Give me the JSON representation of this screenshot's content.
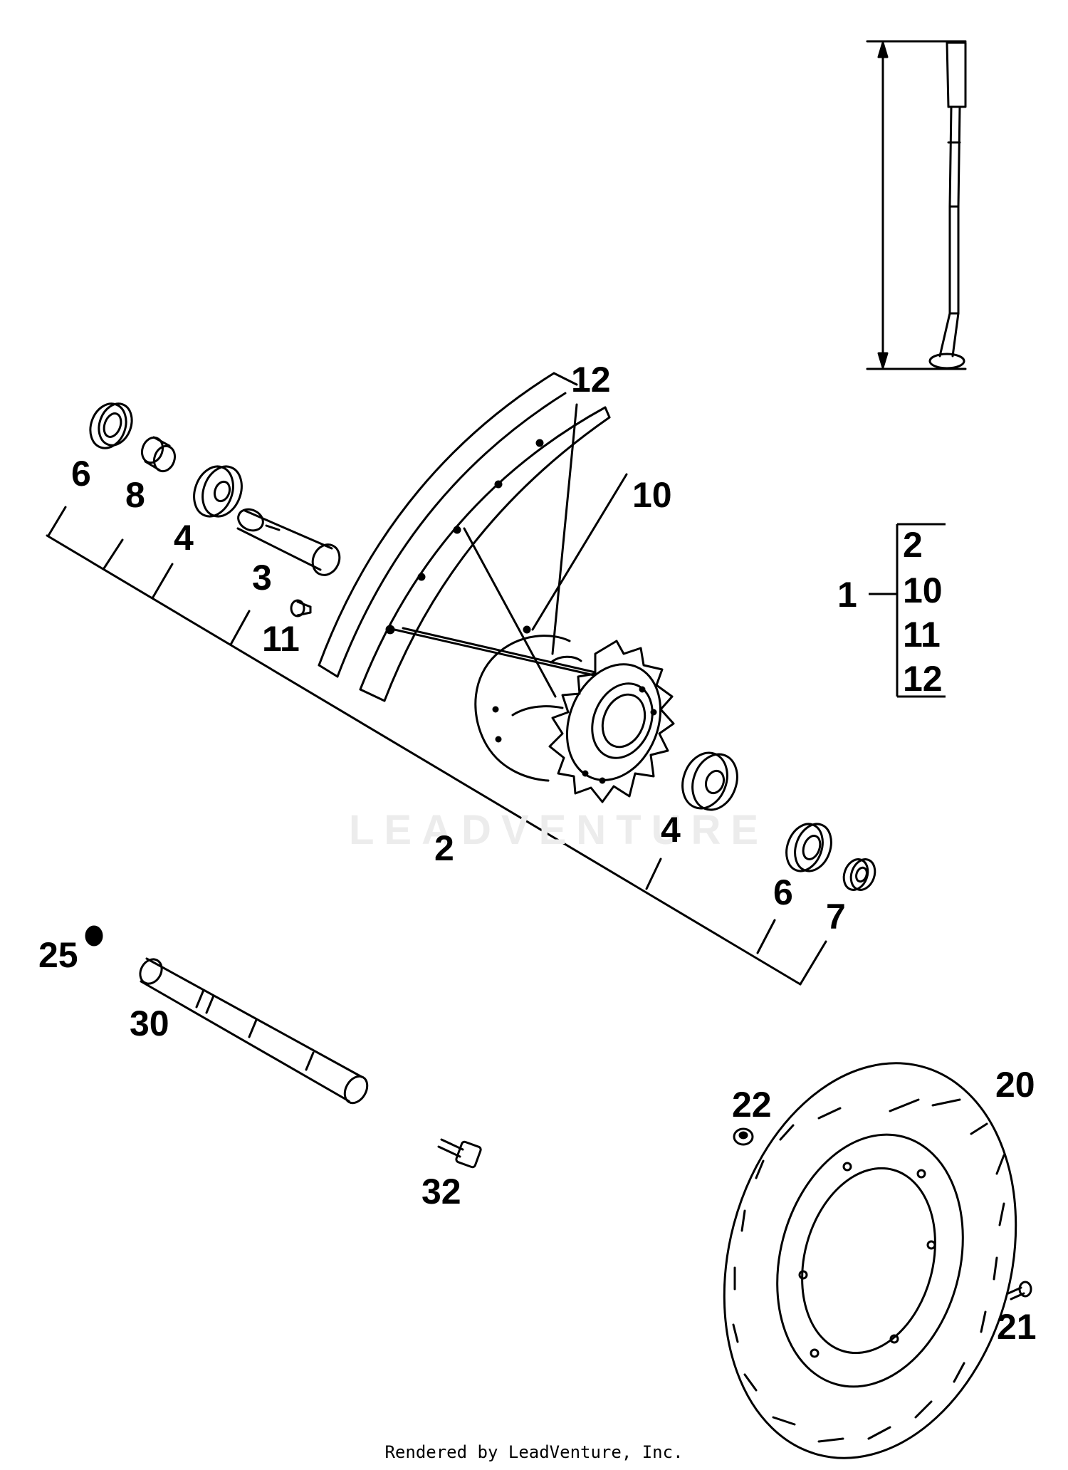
{
  "watermark": "LEADVENTURE",
  "credit": "Rendered by LeadVenture, Inc.",
  "callouts": {
    "c6_left": "6",
    "c8": "8",
    "c4_left": "4",
    "c3": "3",
    "c11": "11",
    "c12": "12",
    "c10": "10",
    "c2": "2",
    "c4_right": "4",
    "c6_right": "6",
    "c7": "7",
    "c25": "25",
    "c30": "30",
    "c32": "32",
    "c22": "22",
    "c20": "20",
    "c21": "21"
  },
  "kit": {
    "label": "1",
    "items": [
      "2",
      "10",
      "11",
      "12"
    ]
  }
}
